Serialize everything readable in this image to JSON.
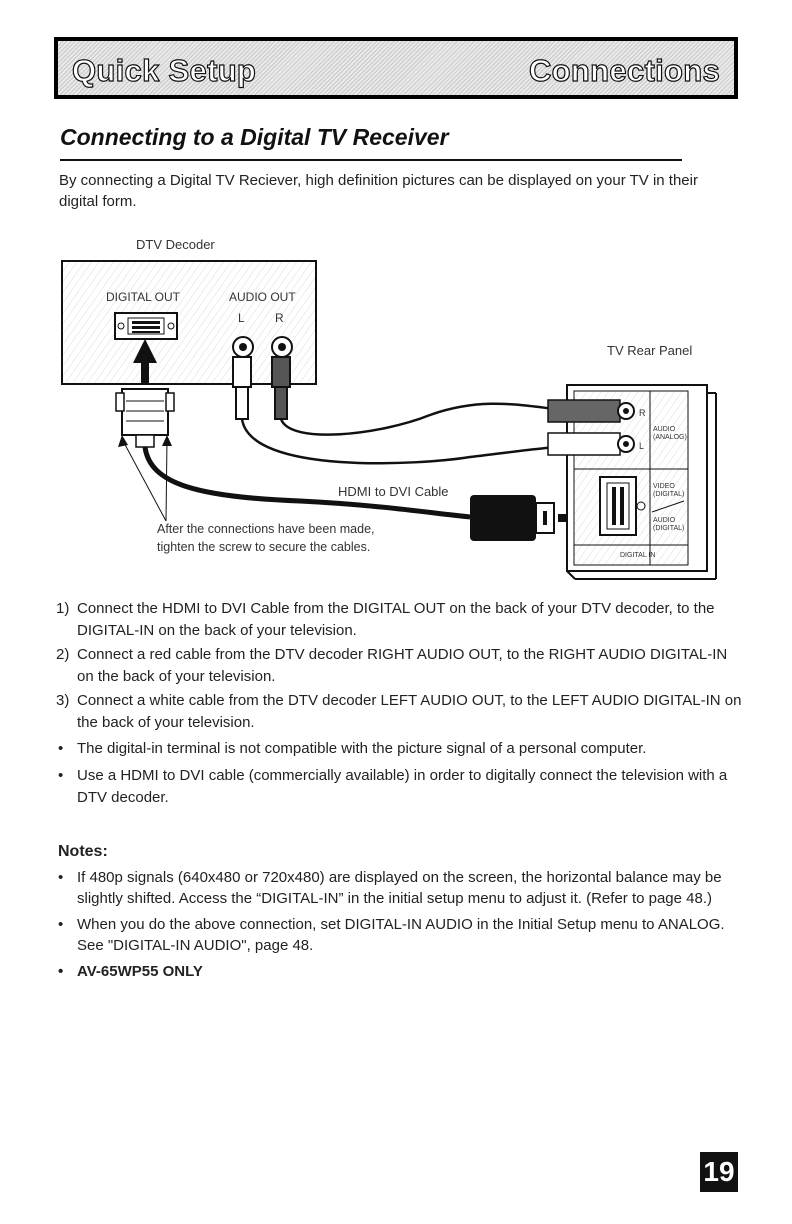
{
  "header": {
    "left": "Quick Setup",
    "right": "Connections"
  },
  "section_title": "Connecting to a Digital TV Receiver",
  "intro": "By connecting a Digital TV Reciever, high definition pictures can be displayed on your TV in their digital form.",
  "diagram": {
    "dtv_decoder": "DTV Decoder",
    "digital_out": "DIGITAL OUT",
    "audio_out": "AUDIO OUT",
    "l": "L",
    "r": "R",
    "tv_rear_panel": "TV Rear Panel",
    "hdmi_cable": "HDMI to DVI Cable",
    "screw_note_line1": "After the connections have been made,",
    "screw_note_line2": "tighten the screw to secure the cables.",
    "panel_r": "R",
    "panel_l": "L",
    "panel_audio": "AUDIO",
    "panel_analog": "(ANALOG)",
    "panel_video": "VIDEO",
    "panel_digital": "(DIGITAL)",
    "panel_audio2": "AUDIO",
    "panel_digital2": "(DIGITAL)",
    "panel_digital_in": "DIGITAL IN"
  },
  "steps": [
    {
      "num": "1)",
      "text": "Connect the HDMI to DVI Cable from the DIGITAL OUT on the back of your DTV decoder, to the DIGITAL-IN on the back of your television."
    },
    {
      "num": "2)",
      "text": "Connect a red cable from the DTV decoder RIGHT AUDIO OUT, to the RIGHT AUDIO DIGITAL-IN on the back of your television."
    },
    {
      "num": "3)",
      "text": "Connect a white cable from the DTV decoder LEFT AUDIO OUT, to the LEFT AUDIO DIGITAL-IN on the back of your television."
    }
  ],
  "bullets": [
    "The digital-in terminal is not compatible with the picture signal of a personal computer.",
    "Use a HDMI to DVI cable (commercially available) in order to digitally connect the television with a DTV decoder."
  ],
  "notes_title": "Notes:",
  "notes": [
    "If 480p signals (640x480 or 720x480) are displayed on the screen, the horizontal balance may be slightly shifted. Access the “DIGITAL-IN” in the initial setup menu to adjust it. (Refer to page 48.)",
    "When you do the above connection, set DIGITAL-IN AUDIO in the Initial Setup menu to ANALOG. See \"DIGITAL-IN AUDIO\", page 48."
  ],
  "model_note": "AV-65WP55 ONLY",
  "bullet_char": "•",
  "page_number": "19"
}
